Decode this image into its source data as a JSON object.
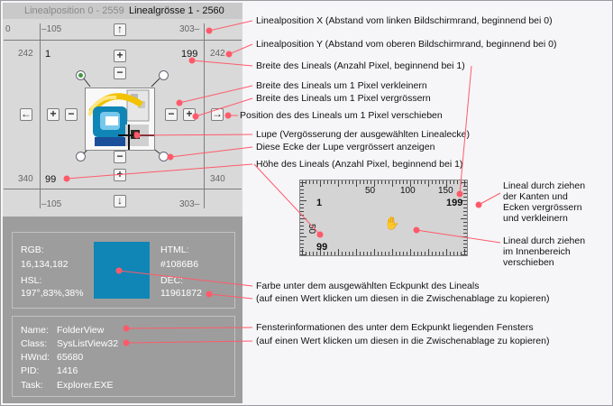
{
  "header": {
    "lineal_position": "Linealposition 0 - 2559",
    "lineal_groesse": "Linealgrösse 1 - 2560"
  },
  "ruler_tool": {
    "top_scale": [
      "0",
      "105",
      "303"
    ],
    "side_left": [
      "242",
      "340"
    ],
    "side_right": [
      "242",
      "340"
    ],
    "bottom_scale": [
      "105",
      "303"
    ],
    "width_value": "199",
    "x_value": "1",
    "height_value": "99"
  },
  "color_info": {
    "rgb_label": "RGB:",
    "rgb_value": "16,134,182",
    "hsl_label": "HSL:",
    "hsl_value": "197°,83%,38%",
    "html_label": "HTML:",
    "html_value": "#1086B6",
    "dec_label": "DEC:",
    "dec_value": "11961872",
    "swatch_color": "#1086B6"
  },
  "window_info": {
    "name_label": "Name:",
    "name_value": "FolderView",
    "class_label": "Class:",
    "class_value": "SysListView32",
    "hwnd_label": "HWnd:",
    "hwnd_value": "65680",
    "pid_label": "PID:",
    "pid_value": "1416",
    "task_label": "Task:",
    "task_value": "Explorer.EXE"
  },
  "annotations": {
    "pos_x": "Linealposition X (Abstand vom linken Bildschirmrand, beginnend bei 0)",
    "pos_y": "Linealposition Y (Abstand vom oberen Bildschirmrand, beginnend bei 0)",
    "breite": "Breite des Lineals (Anzahl Pixel, beginnend bei 1)",
    "breite_minus": "Breite des Lineals um 1 Pixel verkleinern",
    "breite_plus": "Breite des Lineals um 1 Pixel vergrössern",
    "position_move": "Position des des Lineals um 1 Pixel verschieben",
    "lupe": "Lupe (Vergösserung der ausgewählten Linealecke)",
    "ecke": "Diese Ecke der Lupe vergrössert anzeigen",
    "hoehe": "Höhe des Lineals (Anzahl Pixel, beginnend bei 1)",
    "farbe_1": "Farbe unter dem ausgewählten Eckpunkt des Lineals",
    "farbe_2": "(auf einen Wert klicken um diesen in die Zwischenablage zu kopieren)",
    "fenster_1": "Fensterinformationen des unter dem Eckpunkt liegenden Fensters",
    "fenster_2": "(auf einen Wert klicken um diesen in die Zwischenablage zu kopieren)",
    "drag_edges": "Lineal durch ziehen\nder Kanten und\nEcken vergrössern\nund verkleinern",
    "drag_inner": "Lineal durch ziehen\nim Innenbereich\nverschieben"
  },
  "ruler_widget": {
    "scale_labels": [
      "50",
      "100",
      "150"
    ],
    "side_labels": [
      "50"
    ],
    "x_value": "1",
    "width_value": "199",
    "height_value": "99"
  },
  "colors": {
    "callout": "#ff5a6a",
    "accent": "#1086B6"
  }
}
